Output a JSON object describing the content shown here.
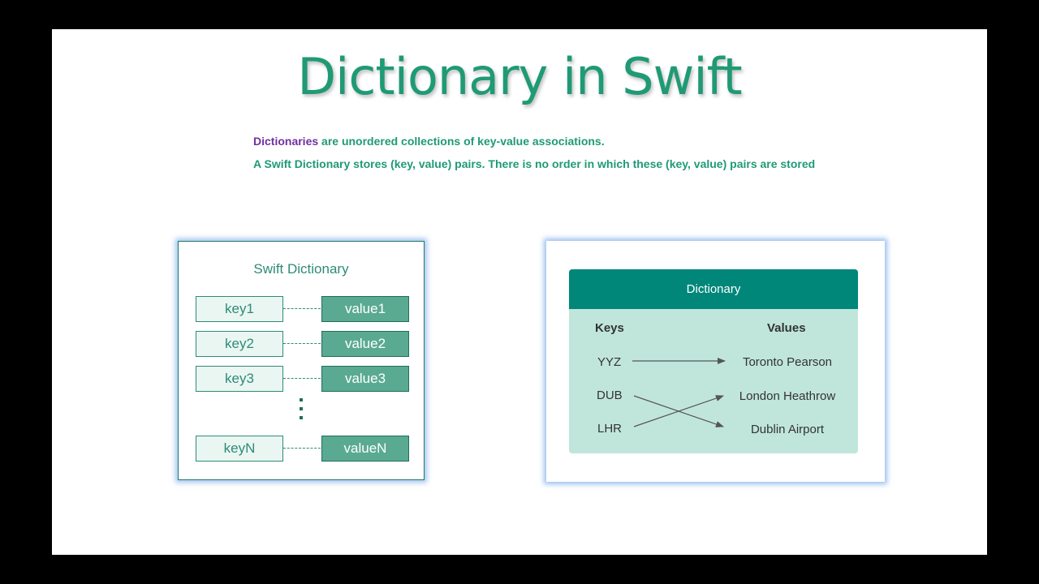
{
  "title": "Dictionary in Swift",
  "description": {
    "line1_accent": "Dictionaries",
    "line1_rest": " are unordered collections of key-value associations.",
    "line2": "A Swift Dictionary stores (key, value) pairs. There is no order in which these (key, value) pairs are stored"
  },
  "left_diagram": {
    "title": "Swift Dictionary",
    "rows": [
      {
        "key": "key1",
        "value": "value1"
      },
      {
        "key": "key2",
        "value": "value2"
      },
      {
        "key": "key3",
        "value": "value3"
      },
      {
        "key": "keyN",
        "value": "valueN"
      }
    ]
  },
  "right_diagram": {
    "header": "Dictionary",
    "keys_label": "Keys",
    "values_label": "Values",
    "keys": [
      "YYZ",
      "DUB",
      "LHR"
    ],
    "values": [
      "Toronto Pearson",
      "London Heathrow",
      "Dublin Airport"
    ],
    "mappings": [
      {
        "key": "YYZ",
        "value": "Toronto Pearson"
      },
      {
        "key": "DUB",
        "value": "Dublin Airport"
      },
      {
        "key": "LHR",
        "value": "London Heathrow"
      }
    ]
  },
  "colors": {
    "title": "#1f9a75",
    "accent_word": "#7030a0",
    "value_box": "#5aaa91",
    "card_header": "#00877a",
    "card_body": "#c0e6dc",
    "arrow": "#555555"
  }
}
